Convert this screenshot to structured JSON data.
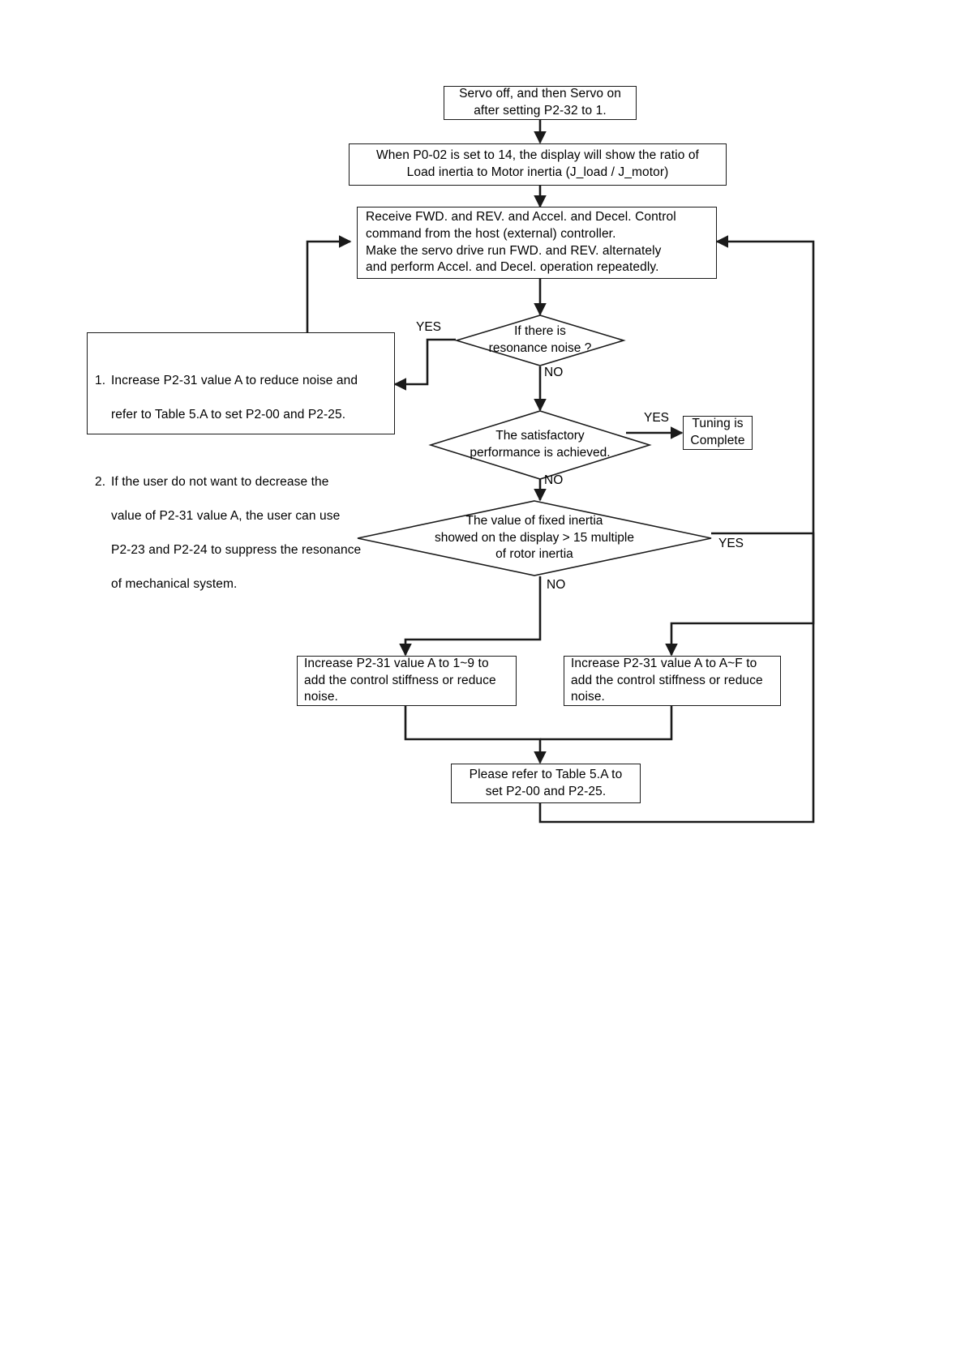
{
  "diagram": {
    "title": "Servo gain tuning flowchart",
    "type": "flowchart",
    "stroke_color": "#1a1a1a",
    "background_color": "#ffffff",
    "nodes": {
      "start": {
        "shape": "process",
        "text": "Servo off, and then Servo on\nafter setting P2-32 to 1."
      },
      "display_ratio": {
        "shape": "process",
        "text": "When P0-02 is set to 14, the display will show the ratio of\nLoad inertia to Motor inertia (J_load / J_motor)"
      },
      "receive_command": {
        "shape": "process",
        "text": "Receive FWD. and REV. and Accel. and Decel. Control\ncommand from the host (external) controller.\nMake the servo drive run FWD. and REV. alternately\nand perform Accel. and Decel. operation repeatedly."
      },
      "resonance_decision": {
        "shape": "decision",
        "text": "If there is\nresonance noise ?"
      },
      "resonance_action": {
        "shape": "process",
        "items": [
          {
            "number": "1.",
            "lines": [
              "Increase P2-31 value A to reduce noise and",
              "refer to Table 5.A to set P2-00 and P2-25."
            ]
          },
          {
            "number": "2.",
            "lines": [
              "If the user do not want to decrease the",
              "value of P2-31 value A, the user can use",
              "P2-23 and P2-24 to suppress the resonance",
              "of mechanical system."
            ]
          }
        ]
      },
      "performance_decision": {
        "shape": "decision",
        "text": "The satisfactory\nperformance is achieved."
      },
      "tuning_complete": {
        "shape": "process",
        "text": "Tuning is\nComplete"
      },
      "inertia_decision": {
        "shape": "decision",
        "text": "The value of fixed inertia\nshowed on the display  > 15 multiple\nof rotor inertia"
      },
      "increase_low": {
        "shape": "process",
        "text": "Increase P2-31 value A to 1~9 to\nadd the control stiffness or reduce\nnoise."
      },
      "increase_high": {
        "shape": "process",
        "text": "Increase P2-31 value A to A~F to\nadd the control stiffness or reduce\nnoise."
      },
      "refer_table": {
        "shape": "process",
        "text": "Please refer to Table 5.A to\nset P2-00 and P2-25."
      }
    },
    "edge_labels": {
      "resonance_yes": "YES",
      "resonance_no": "NO",
      "performance_yes": "YES",
      "performance_no": "NO",
      "inertia_yes": "YES",
      "inertia_no": "NO"
    }
  }
}
